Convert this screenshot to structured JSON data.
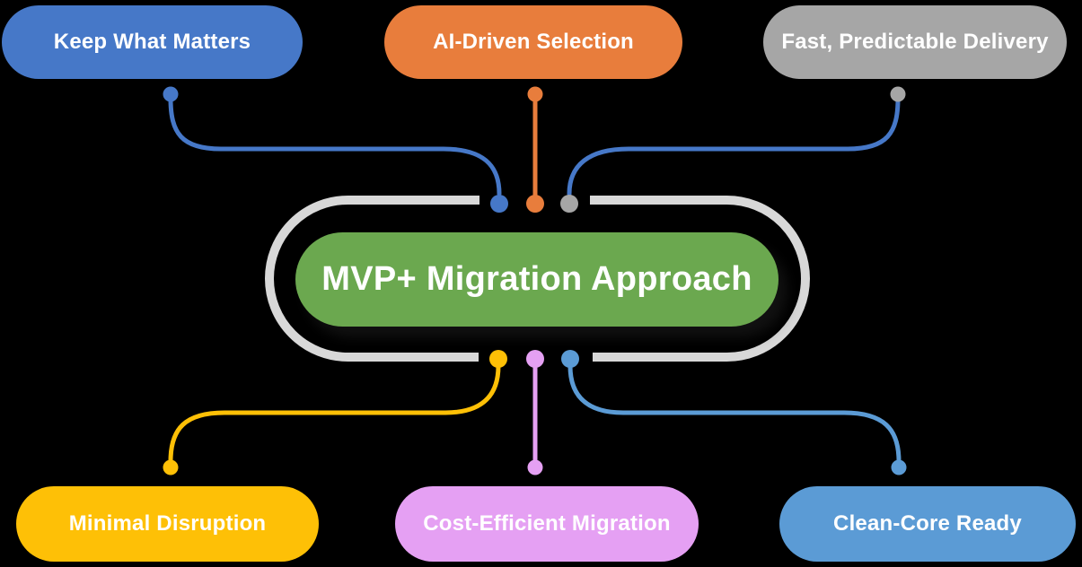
{
  "diagram": {
    "background_color": "#000000",
    "center": {
      "label": "MVP+ Migration Approach",
      "color": "#6BA84F",
      "text_color": "#FFFFFF",
      "ring_color": "#D8D8D8"
    },
    "nodes": [
      {
        "id": "keep-what-matters",
        "label": "Keep What Matters",
        "position": "top-left",
        "color": "#4678C8",
        "connector_color": "#4678C8",
        "text_color": "#FFFFFF"
      },
      {
        "id": "ai-driven-selection",
        "label": "AI-Driven Selection",
        "position": "top-center",
        "color": "#E87D3C",
        "connector_color": "#E87D3C",
        "text_color": "#FFFFFF"
      },
      {
        "id": "fast-predictable-delivery",
        "label": "Fast, Predictable Delivery",
        "position": "top-right",
        "color": "#A6A6A6",
        "connector_color": "#4678C8",
        "text_color": "#FFFFFF"
      },
      {
        "id": "minimal-disruption",
        "label": "Minimal Disruption",
        "position": "bottom-left",
        "color": "#FEC006",
        "connector_color": "#FEC006",
        "text_color": "#FFFFFF"
      },
      {
        "id": "cost-efficient-migration",
        "label": "Cost-Efficient Migration",
        "position": "bottom-center",
        "color": "#E5A0F3",
        "connector_color": "#E5A0F3",
        "text_color": "#FFFFFF"
      },
      {
        "id": "clean-core-ready",
        "label": "Clean-Core Ready",
        "position": "bottom-right",
        "color": "#5B9BD5",
        "connector_color": "#5B9BD5",
        "text_color": "#FFFFFF"
      }
    ]
  }
}
